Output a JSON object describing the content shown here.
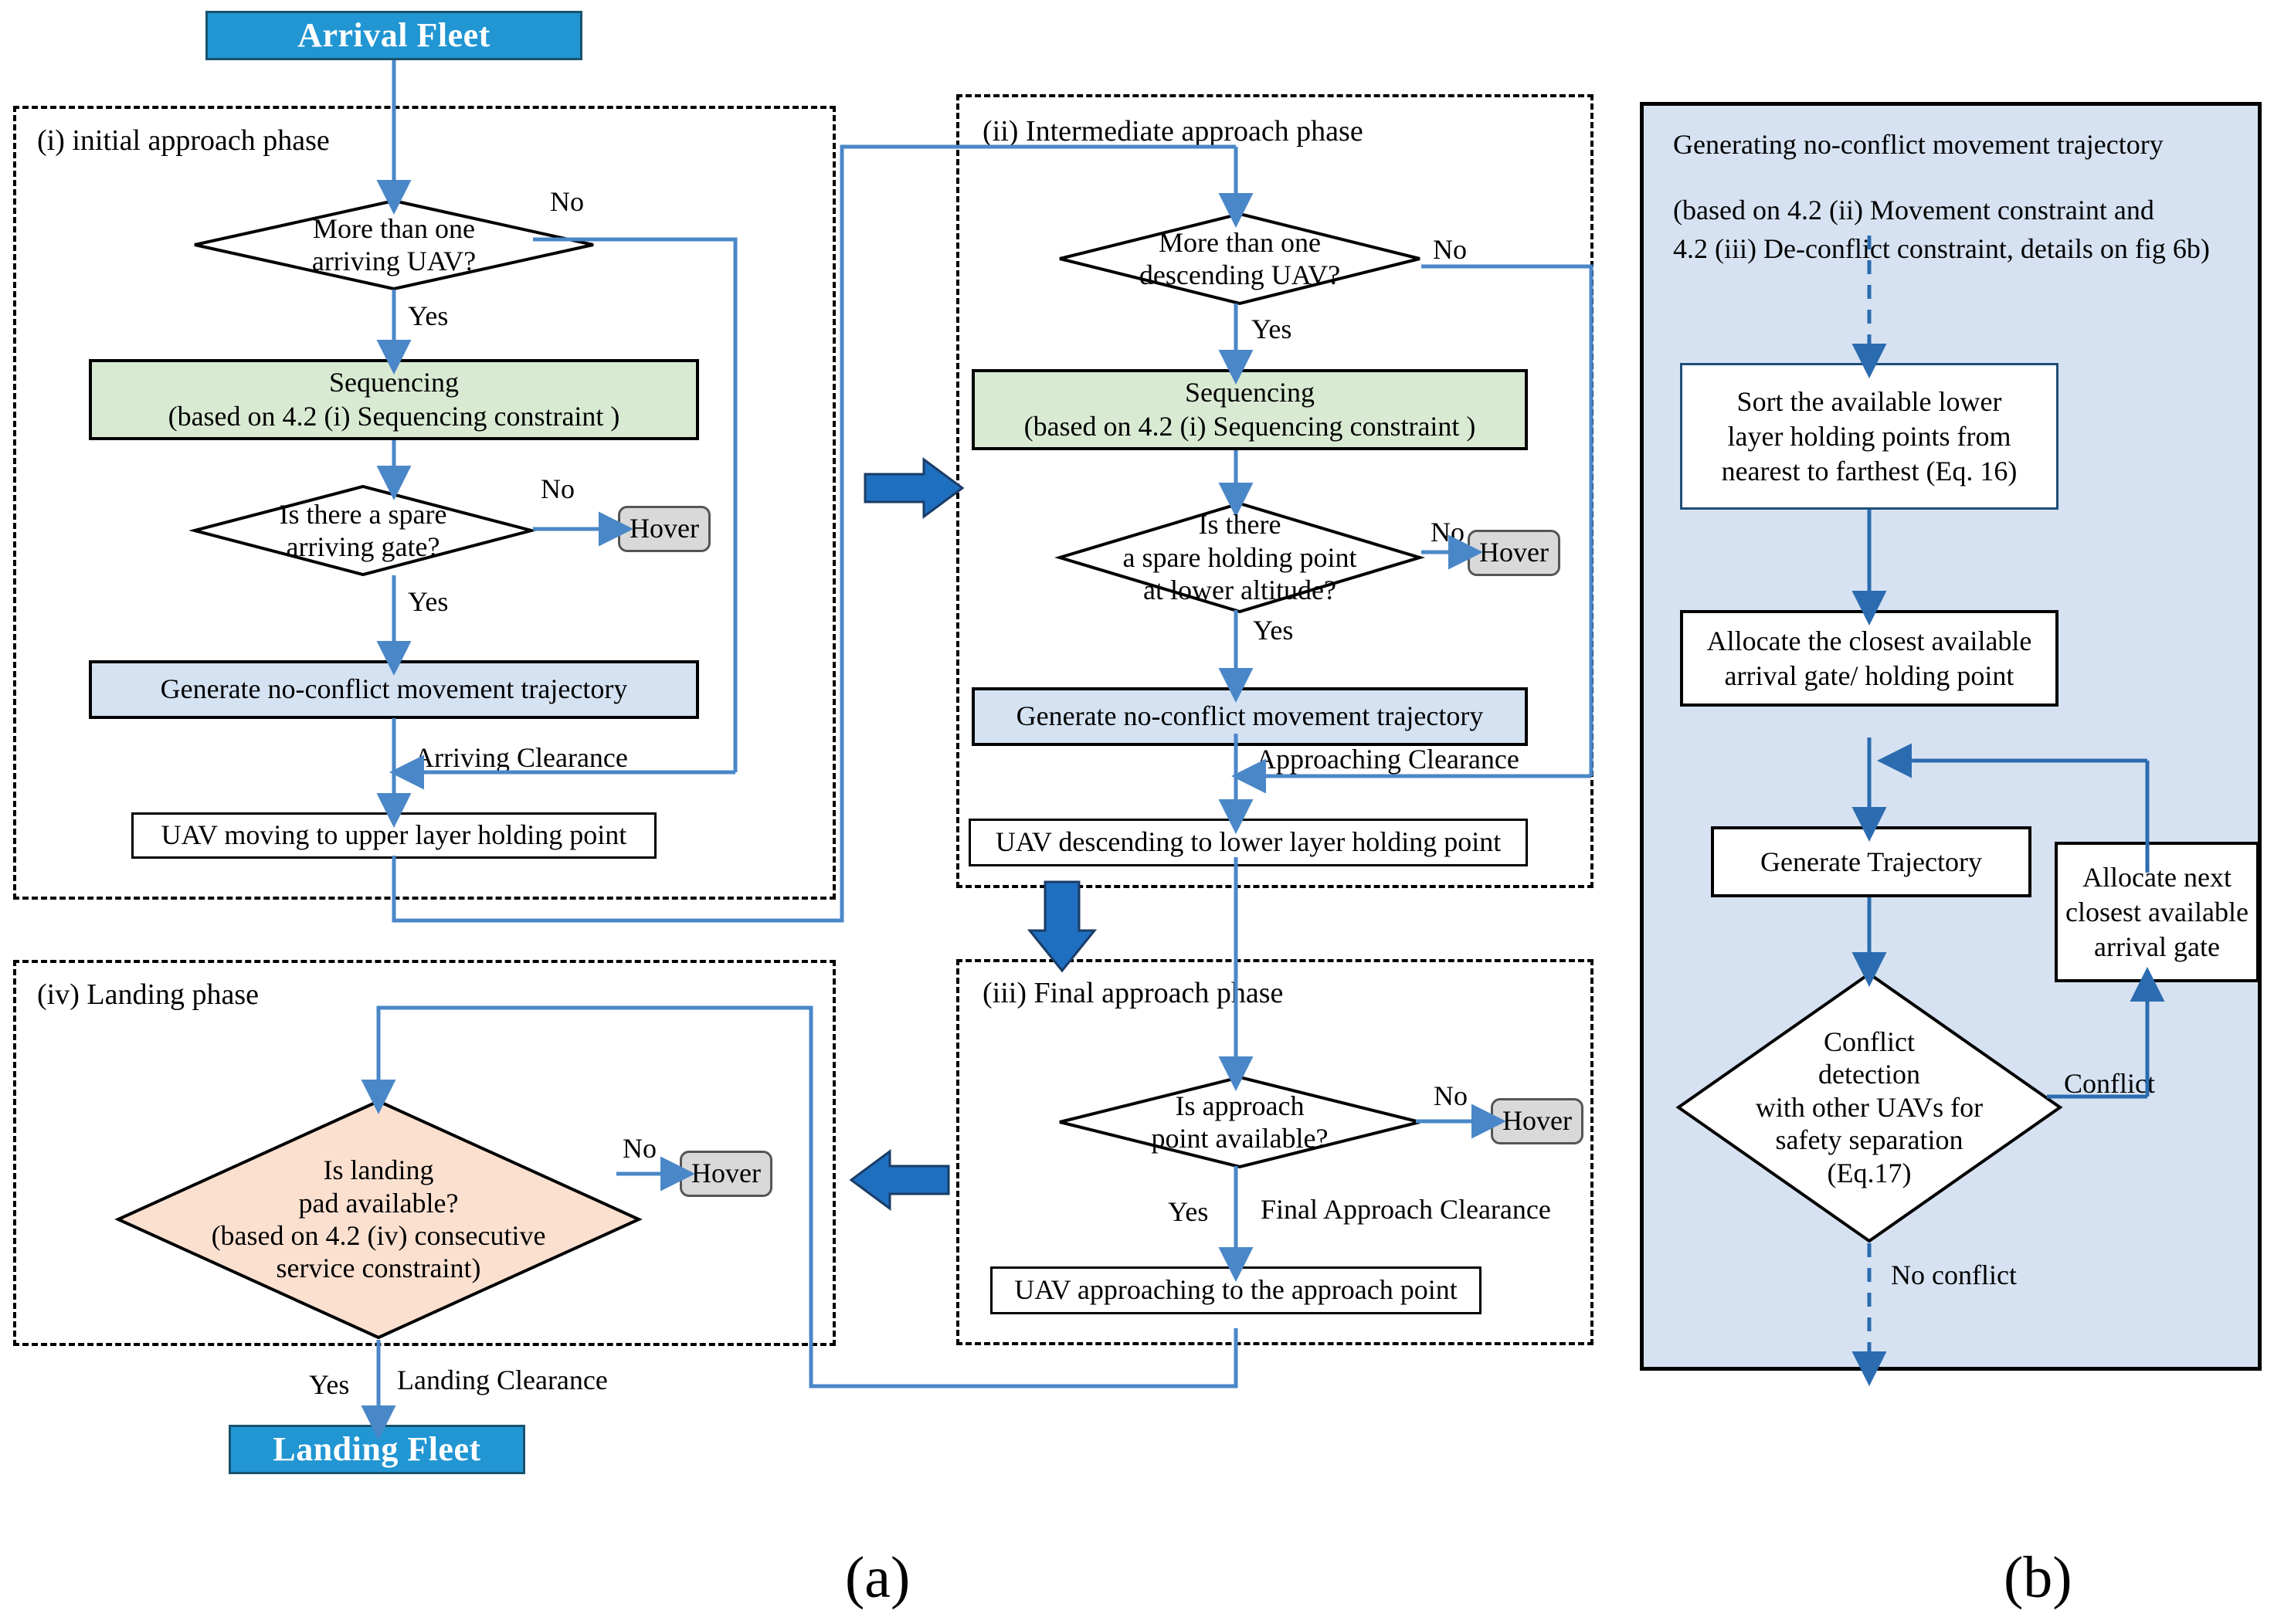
{
  "figure": {
    "label_a": "(a)",
    "label_b": "(b)"
  },
  "panel_a": {
    "start_terminal": "Arrival Fleet",
    "end_terminal": "Landing Fleet",
    "phases": [
      {
        "id": "i",
        "label": "(i) initial approach phase"
      },
      {
        "id": "ii",
        "label": "(ii) Intermediate approach phase"
      },
      {
        "id": "iii",
        "label": "(iii) Final approach phase"
      },
      {
        "id": "iv",
        "label": "(iv) Landing phase"
      }
    ],
    "phase_i": {
      "decision_1": "More than one\narriving UAV?",
      "decision_1_no": "No",
      "decision_1_yes": "Yes",
      "sequencing": "Sequencing\n(based on 4.2 (i) Sequencing constraint )",
      "decision_2": "Is there a spare\narriving gate?",
      "decision_2_no": "No",
      "decision_2_yes": "Yes",
      "hover": "Hover",
      "generate": "Generate no-conflict movement trajectory",
      "clearance": "Arriving Clearance",
      "result": "UAV moving to upper layer holding point"
    },
    "phase_ii": {
      "decision_1": "More than one\ndescending UAV?",
      "decision_1_no": "No",
      "decision_1_yes": "Yes",
      "sequencing": "Sequencing\n(based on 4.2 (i) Sequencing  constraint )",
      "decision_2": "Is there\na spare holding point\nat lower altitude?",
      "decision_2_no": "No",
      "decision_2_yes": "Yes",
      "hover": "Hover",
      "generate": "Generate no-conflict movement trajectory",
      "clearance": "Approaching Clearance",
      "result": "UAV descending to lower layer holding point"
    },
    "phase_iii": {
      "decision_1": "Is approach\npoint available?",
      "decision_1_no": "No",
      "decision_1_yes": "Yes",
      "hover": "Hover",
      "clearance": "Final Approach Clearance",
      "result": "UAV approaching to the approach point"
    },
    "phase_iv": {
      "decision_1": "Is landing\npad available?\n(based on 4.2 (iv) consecutive\nservice  constraint)",
      "decision_1_no": "No",
      "decision_1_yes": "Yes",
      "hover": "Hover",
      "clearance": "Landing Clearance"
    }
  },
  "panel_b": {
    "title": "Generating no-conflict movement trajectory",
    "subtitle_line_1": "(based on 4.2 (ii) Movement  constraint and",
    "subtitle_line_2": "4.2 (iii) De-conflict constraint, details on fig 6b)",
    "step_sort": "Sort the available lower\nlayer holding points from\nnearest to farthest (Eq. 16)",
    "step_allocate": "Allocate the closest available\narrival gate/ holding point",
    "step_generate": "Generate Trajectory",
    "step_allocate_next": "Allocate next\nclosest available\narrival gate",
    "decision_conflict": "Conflict\ndetection\nwith other UAVs for\nsafety separation\n(Eq.17)",
    "label_conflict": "Conflict",
    "label_no_conflict": "No conflict"
  },
  "colors": {
    "terminal_fill": "#2196d3",
    "terminal_border": "#18536f",
    "sequencing_fill": "#d9ead3",
    "trajectory_fill": "#d4e2f2",
    "hover_fill": "#d9d9d9",
    "landing_decision_fill": "#fbe0d0",
    "panel_b_fill": "#d6e2f2",
    "connector_blue": "#4a87c8",
    "thick_arrow_blue": "#1f6fc0"
  }
}
